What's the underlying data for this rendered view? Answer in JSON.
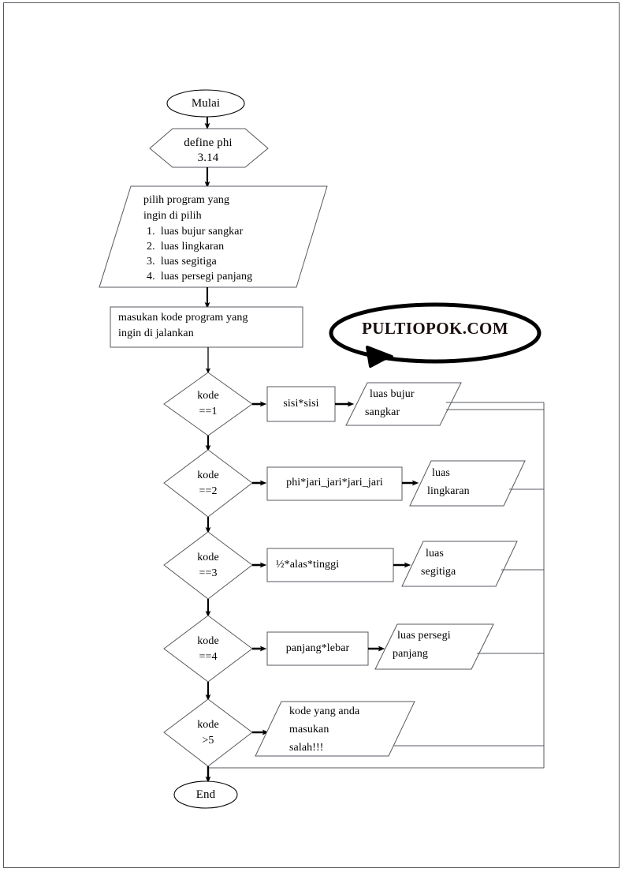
{
  "document": {
    "title": "Flowchart Program Menghitung Luas Bangun Datar",
    "page_border_color": "#555a60",
    "line_color": "#000000",
    "shape_stroke_color": "#555a60",
    "background": "#ffffff"
  },
  "watermark": {
    "text": "PULTIOPOK.COM",
    "shape": "speech-bubble-ellipse",
    "color": "#1a0d0d"
  },
  "flowchart": {
    "start": {
      "shape": "ellipse",
      "label": "Mulai"
    },
    "define": {
      "shape": "hexagon",
      "line1": "define phi",
      "line2": "3.14"
    },
    "menu": {
      "shape": "parallelogram",
      "line1": "pilih program yang",
      "line2": "ingin di pilih",
      "options": [
        "1.  luas bujur sangkar",
        "2.  luas lingkaran",
        "3.  luas segitiga",
        "4.  luas persegi panjang"
      ]
    },
    "input": {
      "shape": "rectangle",
      "line1": "masukan kode program yang",
      "line2": "ingin di jalankan"
    },
    "branches": [
      {
        "decision_line1": "kode",
        "decision_line2": "==1",
        "process": "sisi*sisi",
        "output_line1": "luas bujur",
        "output_line2": "sangkar",
        "output_line3": ""
      },
      {
        "decision_line1": "kode",
        "decision_line2": "==2",
        "process": "phi*jari_jari*jari_jari",
        "output_line1": "luas",
        "output_line2": "lingkaran",
        "output_line3": ""
      },
      {
        "decision_line1": "kode",
        "decision_line2": "==3",
        "process": "½*alas*tinggi",
        "output_line1": "luas",
        "output_line2": "segitiga",
        "output_line3": ""
      },
      {
        "decision_line1": "kode",
        "decision_line2": "==4",
        "process": "panjang*lebar",
        "output_line1": "luas persegi",
        "output_line2": "panjang",
        "output_line3": ""
      },
      {
        "decision_line1": "kode",
        "decision_line2": ">5",
        "process": "",
        "output_line1": "kode yang anda",
        "output_line2": "masukan",
        "output_line3": "salah!!!"
      }
    ],
    "end": {
      "shape": "ellipse",
      "label": "End"
    }
  }
}
